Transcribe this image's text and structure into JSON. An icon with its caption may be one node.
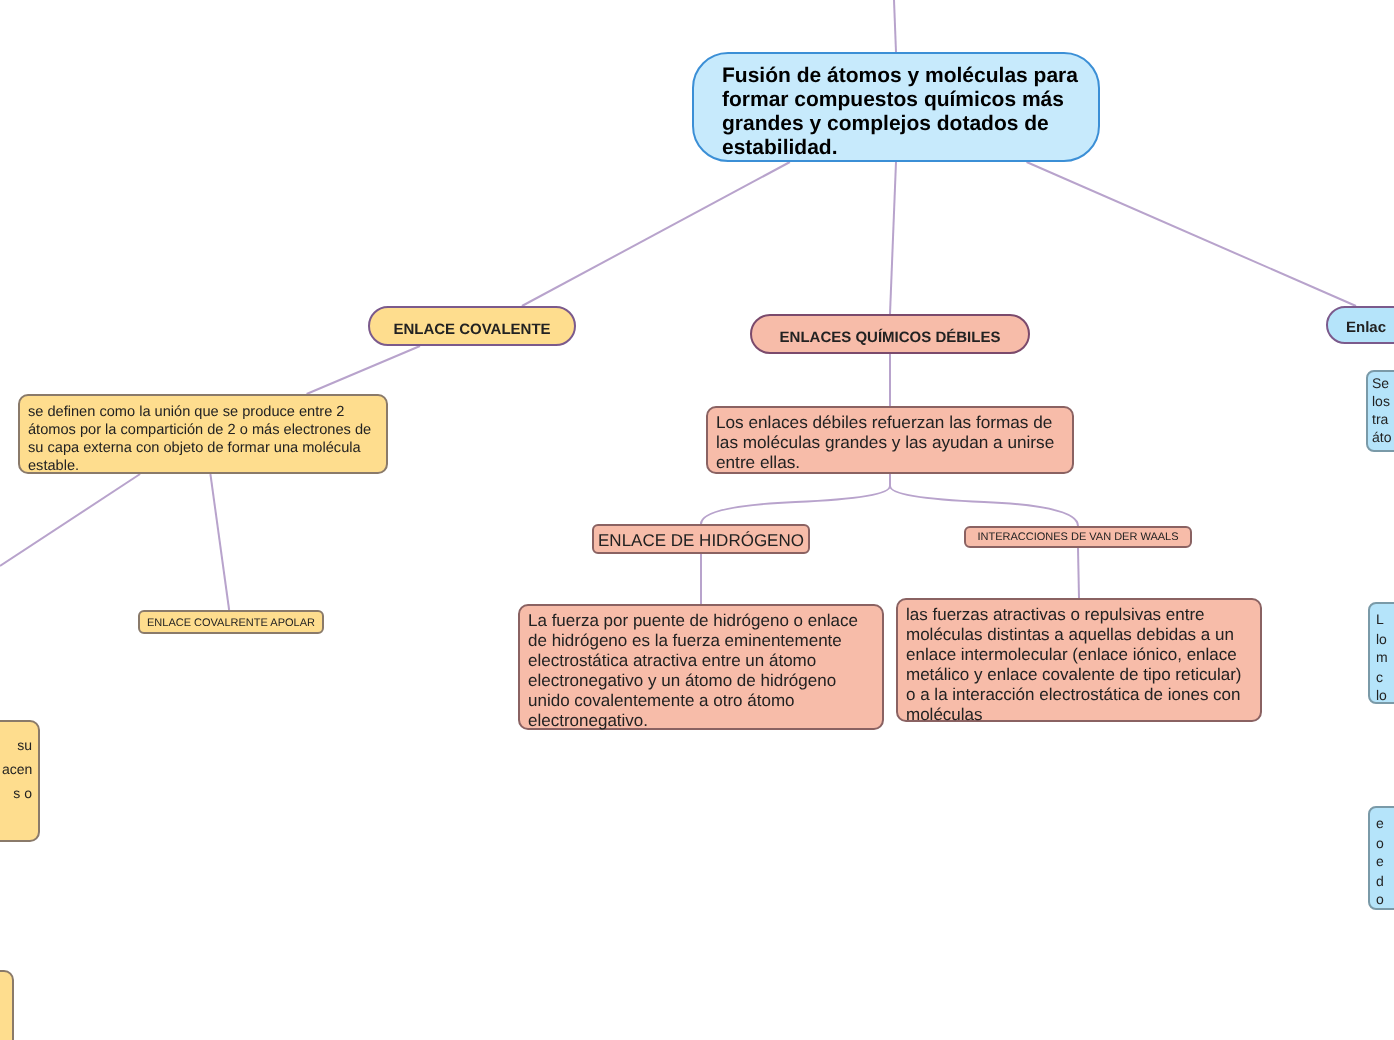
{
  "diagram": {
    "nodes": [
      {
        "text": [
          "Fusión de átomos y moléculas para formar compuestos químicos más grandes y complejos dotados de estabilidad."
        ]
      },
      {
        "text": [
          "ENLACE COVALENTE"
        ]
      },
      {
        "text": [
          "se definen como la unión que se produce entre 2 átomos por la compartición de 2 o más electrones de su capa externa con objeto de formar una molécula estable."
        ]
      },
      {
        "text": [
          "ENLACE COVALRENTE APOLAR"
        ]
      },
      {
        "text": [
          "su acen s o"
        ]
      },
      {
        "text": [],
        "shape": "box"
      },
      {
        "text": [
          "ENLACES QUÍMICOS DÉBILES"
        ]
      },
      {
        "text": [
          "Los enlaces débiles refuerzan las formas de las moléculas grandes y las ayudan a unirse entre ellas."
        ]
      },
      {
        "text": [
          "ENLACE DE HIDRÓGENO"
        ]
      },
      {
        "text": [
          "INTERACCIONES DE VAN DER WAALS"
        ]
      },
      {
        "text": [
          "La fuerza por puente de hidrógeno o enlace de hidrógeno es la fuerza eminentemente electrostática atractiva entre un átomo electronegativo y un átomo de hidrógeno unido covalentemente a otro átomo electronegativo."
        ]
      },
      {
        "text": [
          "las fuerzas atractivas o repulsivas entre moléculas distintas a aquellas debidas a un enlace intermolecular (enlace iónico, enlace metálico y enlace covalente de tipo reticular) o a la interacción electrostática de iones con moléculas"
        ]
      },
      {
        "text": [
          "Enlac"
        ]
      },
      {
        "text": [
          "Se los tra áto"
        ]
      },
      {
        "text": [
          "L lo m c lo"
        ]
      },
      {
        "text": [
          "e o e d o"
        ]
      }
    ],
    "edges": [
      {
        "from": null,
        "to": 0,
        "arrow": "none"
      },
      {
        "from": 0,
        "to": 1,
        "arrow": "none"
      },
      {
        "from": 0,
        "to": 6,
        "arrow": "none"
      },
      {
        "from": 0,
        "to": 12,
        "arrow": "none"
      },
      {
        "from": 1,
        "to": 2,
        "arrow": "none"
      },
      {
        "from": 2,
        "to": null,
        "arrow": "none"
      },
      {
        "from": 2,
        "to": 3,
        "arrow": "none"
      },
      {
        "from": 6,
        "to": 7,
        "arrow": "none"
      },
      {
        "from": 7,
        "to": 8,
        "arrow": "none"
      },
      {
        "from": 7,
        "to": 9,
        "arrow": "none"
      },
      {
        "from": 8,
        "to": 10,
        "arrow": "none"
      },
      {
        "from": 9,
        "to": 11,
        "arrow": "none"
      }
    ]
  }
}
